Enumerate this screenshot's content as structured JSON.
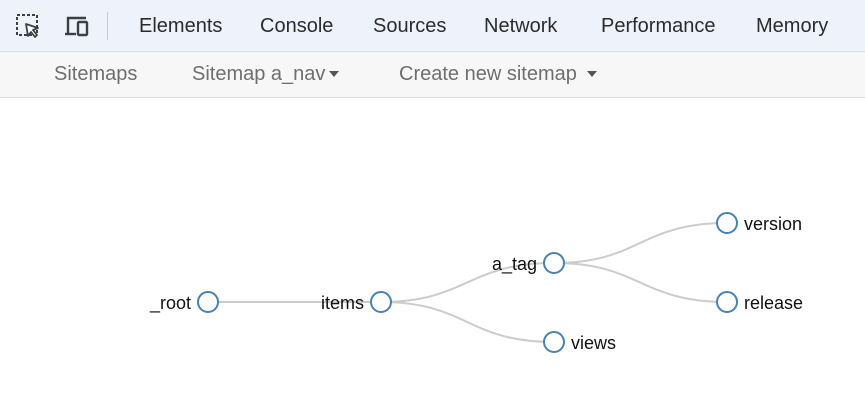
{
  "devtools": {
    "icons": [
      "inspect-element-icon",
      "device-toolbar-icon"
    ],
    "tabs": [
      "Elements",
      "Console",
      "Sources",
      "Network",
      "Performance",
      "Memory"
    ]
  },
  "sitemap_nav": {
    "sitemaps": "Sitemaps",
    "sitemap_current": "Sitemap a_nav",
    "create_new": "Create new sitemap"
  },
  "tree": {
    "colors": {
      "link": "#cccccc",
      "node_stroke": "#4682b4",
      "node_fill": "#ffffff"
    },
    "nodes": [
      "_root",
      "items",
      "a_tag",
      "views",
      "version",
      "release"
    ],
    "edges": [
      [
        "_root",
        "items"
      ],
      [
        "items",
        "a_tag"
      ],
      [
        "items",
        "views"
      ],
      [
        "a_tag",
        "version"
      ],
      [
        "a_tag",
        "release"
      ]
    ]
  }
}
